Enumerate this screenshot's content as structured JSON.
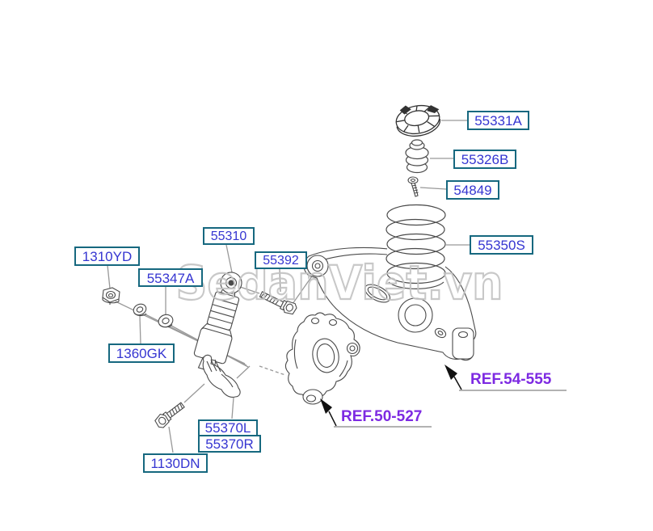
{
  "diagram": {
    "watermark": "SedanViet.vn",
    "colors": {
      "part_label_text": "#3535d1",
      "part_label_border": "#16687f",
      "ref_label_text": "#7d2ae2",
      "drawing_line": "#4a4a4a",
      "leader_line": "#999999",
      "watermark_outline": "#c3c3c3"
    },
    "part_labels": [
      {
        "code": "55331A"
      },
      {
        "code": "55326B"
      },
      {
        "code": "54849"
      },
      {
        "code": "55350S"
      },
      {
        "code": "55310"
      },
      {
        "code": "55392"
      },
      {
        "code": "1310YD"
      },
      {
        "code": "55347A"
      },
      {
        "code": "1360GK"
      },
      {
        "code": "55370L"
      },
      {
        "code": "55370R"
      },
      {
        "code": "1130DN"
      }
    ],
    "ref_labels": [
      {
        "code": "REF.54-555"
      },
      {
        "code": "REF.50-527"
      }
    ]
  }
}
